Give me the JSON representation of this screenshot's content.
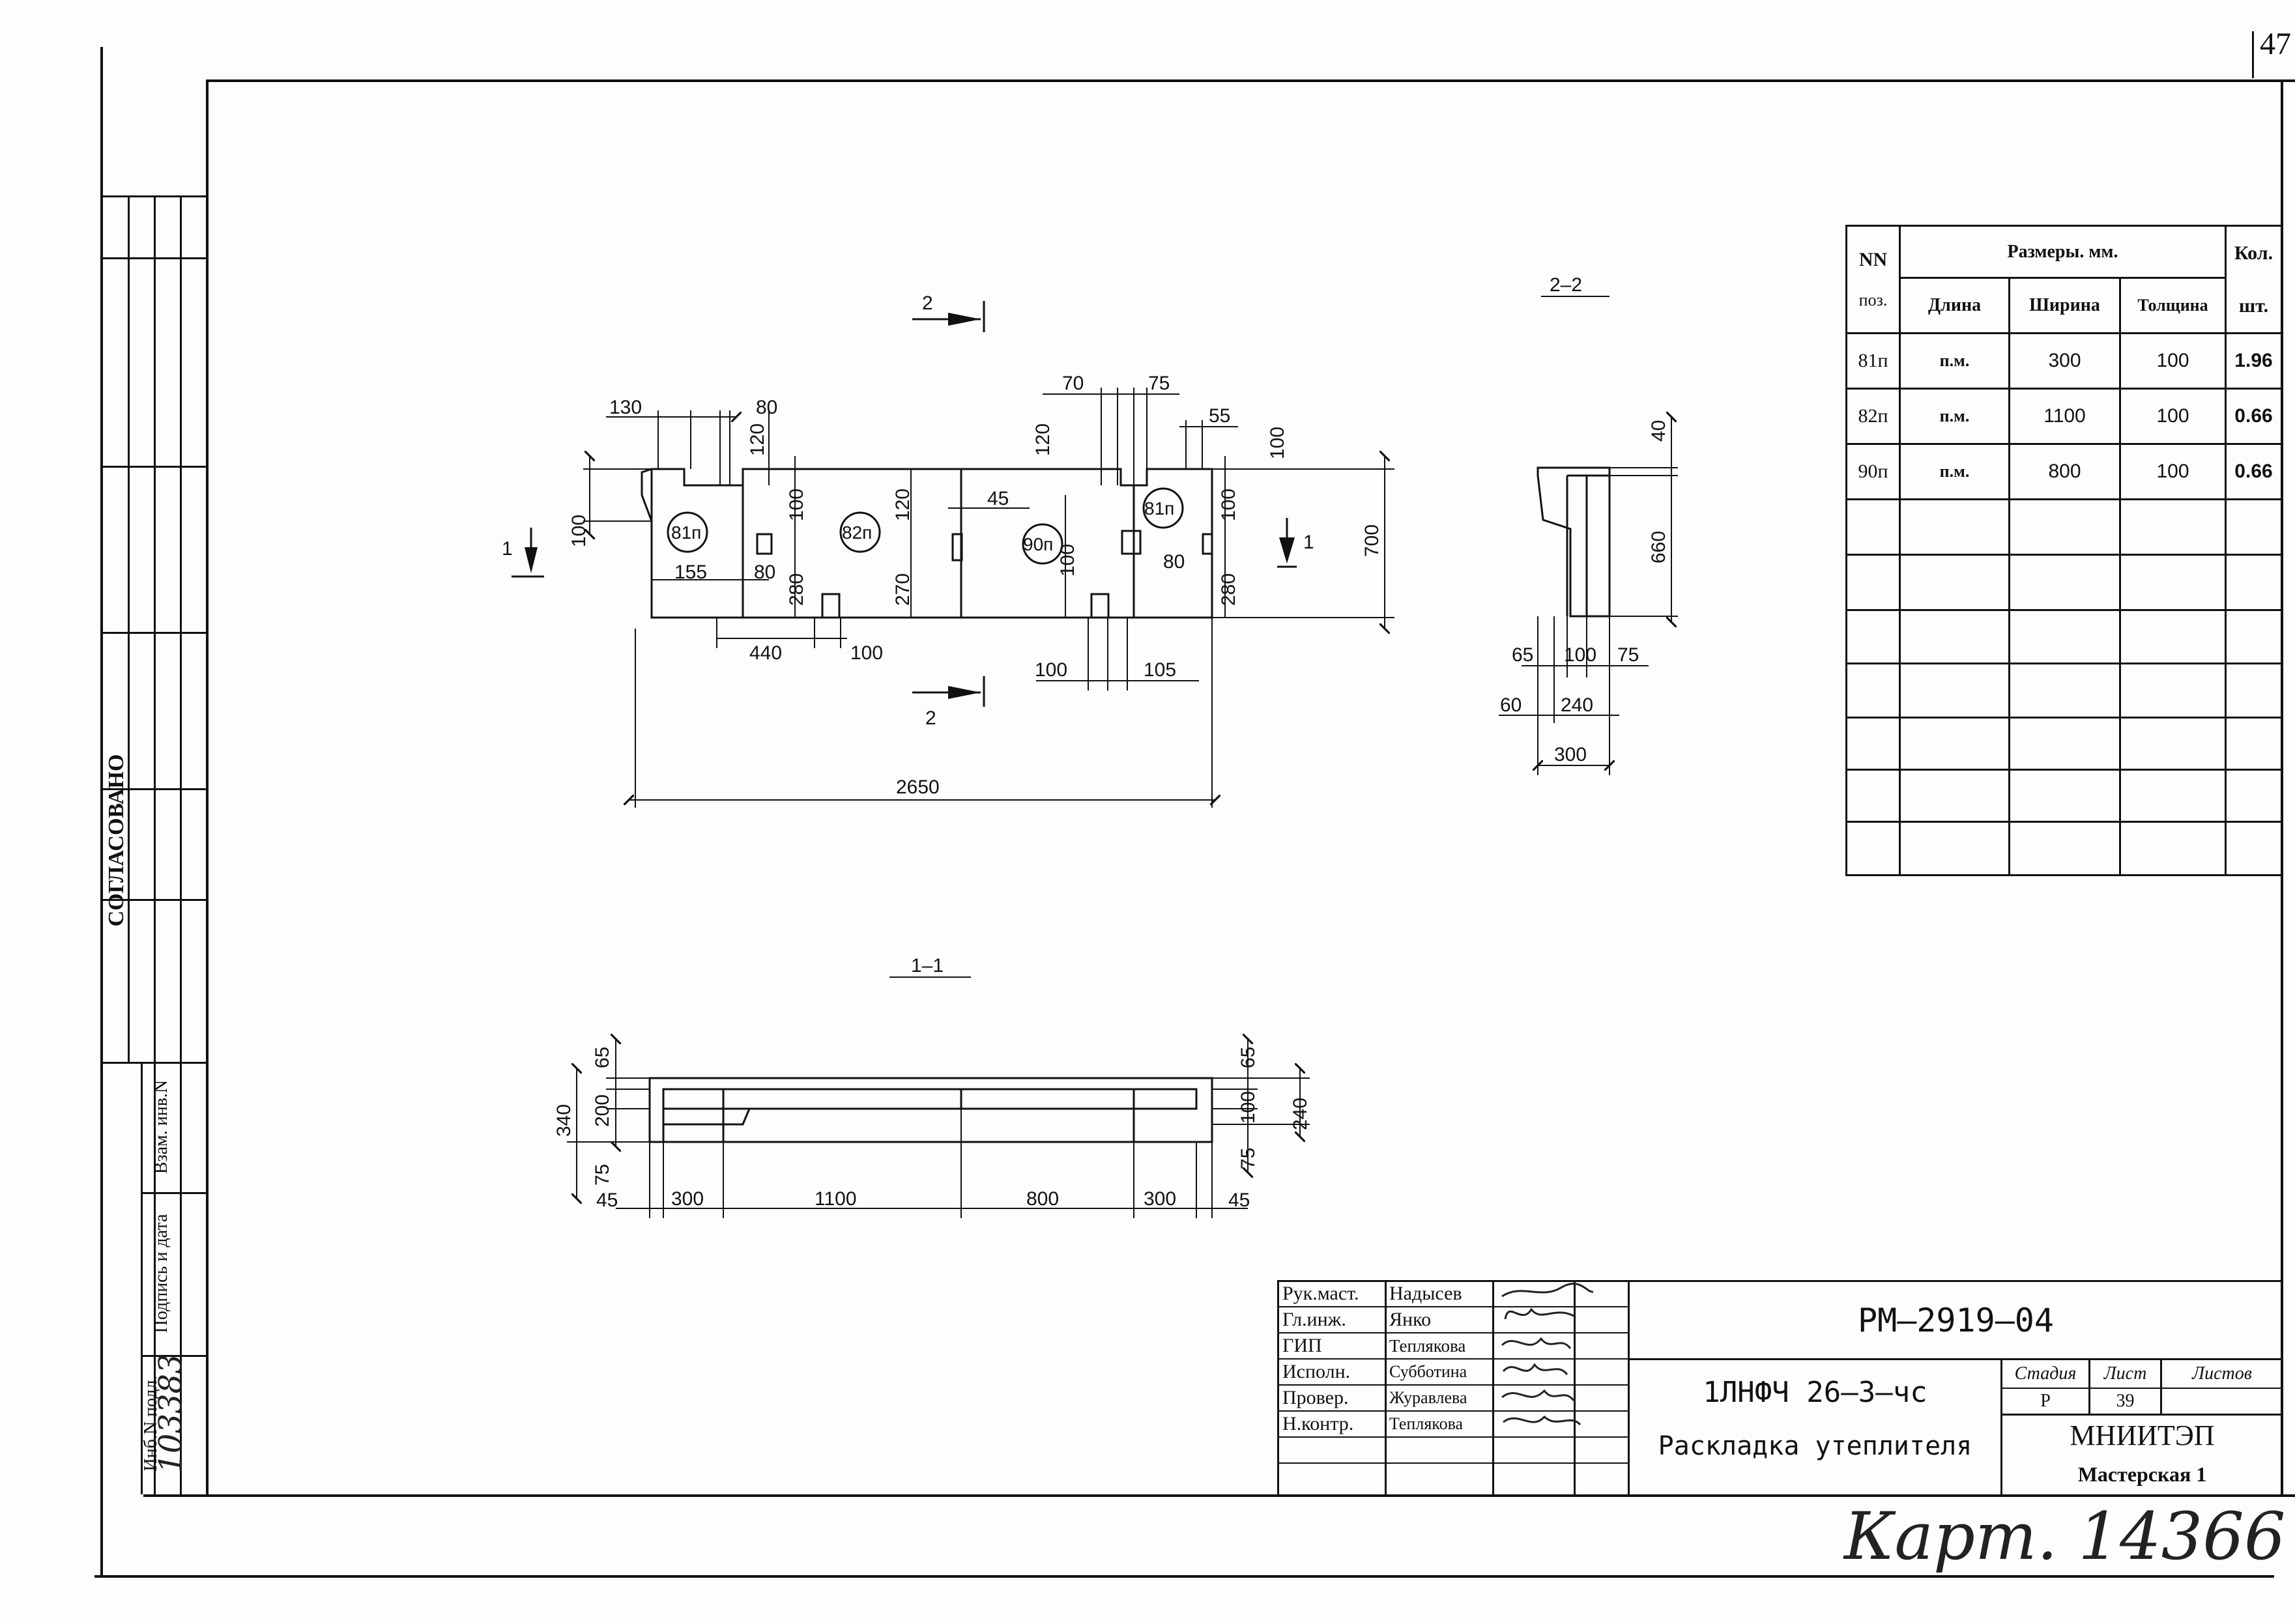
{
  "sheet_corner_number": "47",
  "left_strip": {
    "agreed_label": "СОГЛАСОВАНО",
    "inv_label": "Инб.N подл.",
    "sign_label": "Подпись и дата",
    "vzam_label": "Взам. инв.N",
    "inv_value_handwritten": "103383"
  },
  "drawing": {
    "section_1_title": "1–1",
    "section_2_title": "2–2",
    "plan_section_mark_2": "2",
    "plan_section_mark_1": "1",
    "plan_dims": {
      "d130": "130",
      "d80a": "80",
      "d120a": "120",
      "d70": "70",
      "d75a": "75",
      "d120b": "120",
      "d100a": "100",
      "d55": "55",
      "d100_left": "100",
      "d100b": "100",
      "d120c": "120",
      "d45": "45",
      "d100c": "100",
      "d100d": "100",
      "d155": "155",
      "d80b": "80",
      "d280a": "280",
      "d270": "270",
      "d80c": "80",
      "d280b": "280",
      "d700": "700",
      "d440": "440",
      "d100e": "100",
      "d100f": "100",
      "d105": "105",
      "d2650": "2650"
    },
    "plan_tags": {
      "t81_left": "81п",
      "t82": "82п",
      "t90": "90п",
      "t81_right": "81п"
    },
    "sec22_dims": {
      "d40": "40",
      "d660": "660",
      "d65": "65",
      "d100": "100",
      "d75": "75",
      "d60": "60",
      "d240": "240",
      "d300": "300"
    },
    "sec11_dims": {
      "d65": "65",
      "d340": "340",
      "d200": "200",
      "d75": "75",
      "d65r": "65",
      "d100r": "100",
      "d75r": "75",
      "d240r": "240",
      "d45a": "45",
      "d300a": "300",
      "d1100": "1100",
      "d800": "800",
      "d300b": "300",
      "d45b": "45"
    }
  },
  "spec_table": {
    "col_pos": "NN поз.",
    "col_pos_l1": "NN",
    "col_pos_l2": "поз.",
    "group_header": "Размеры. мм.",
    "col_length": "Длина",
    "col_width": "Ширина",
    "col_thick": "Толщина",
    "col_qty_l1": "Кол.",
    "col_qty_l2": "шт.",
    "rows": [
      {
        "pos": "81п",
        "length": "п.м.",
        "width": "300",
        "thick": "100",
        "qty": "1.96"
      },
      {
        "pos": "82п",
        "length": "п.м.",
        "width": "1100",
        "thick": "100",
        "qty": "0.66"
      },
      {
        "pos": "90п",
        "length": "п.м.",
        "width": "800",
        "thick": "100",
        "qty": "0.66"
      }
    ],
    "empty_rows": 7
  },
  "title_block": {
    "staff": [
      {
        "role": "Рук.маст.",
        "name": "Надысев"
      },
      {
        "role": "Гл.инж.",
        "name": "Янко"
      },
      {
        "role": "ГИП",
        "name": "Теплякова"
      },
      {
        "role": "Исполн.",
        "name": "Субботина"
      },
      {
        "role": "Провер.",
        "name": "Журавлева"
      },
      {
        "role": "Н.контр.",
        "name": "Теплякова"
      }
    ],
    "doc_code": "РМ–2919–04",
    "item_code": "1ЛНФЧ 26–3–чс",
    "item_title": "Раскладка утеплителя",
    "stage_label": "Стадия",
    "sheet_label": "Лист",
    "sheets_label": "Листов",
    "stage_value": "Р",
    "sheet_value": "39",
    "sheets_value": "",
    "org": "МНИИТЭП",
    "workshop": "Мастерская 1"
  },
  "handwritten_footer": "Карт. 14366"
}
